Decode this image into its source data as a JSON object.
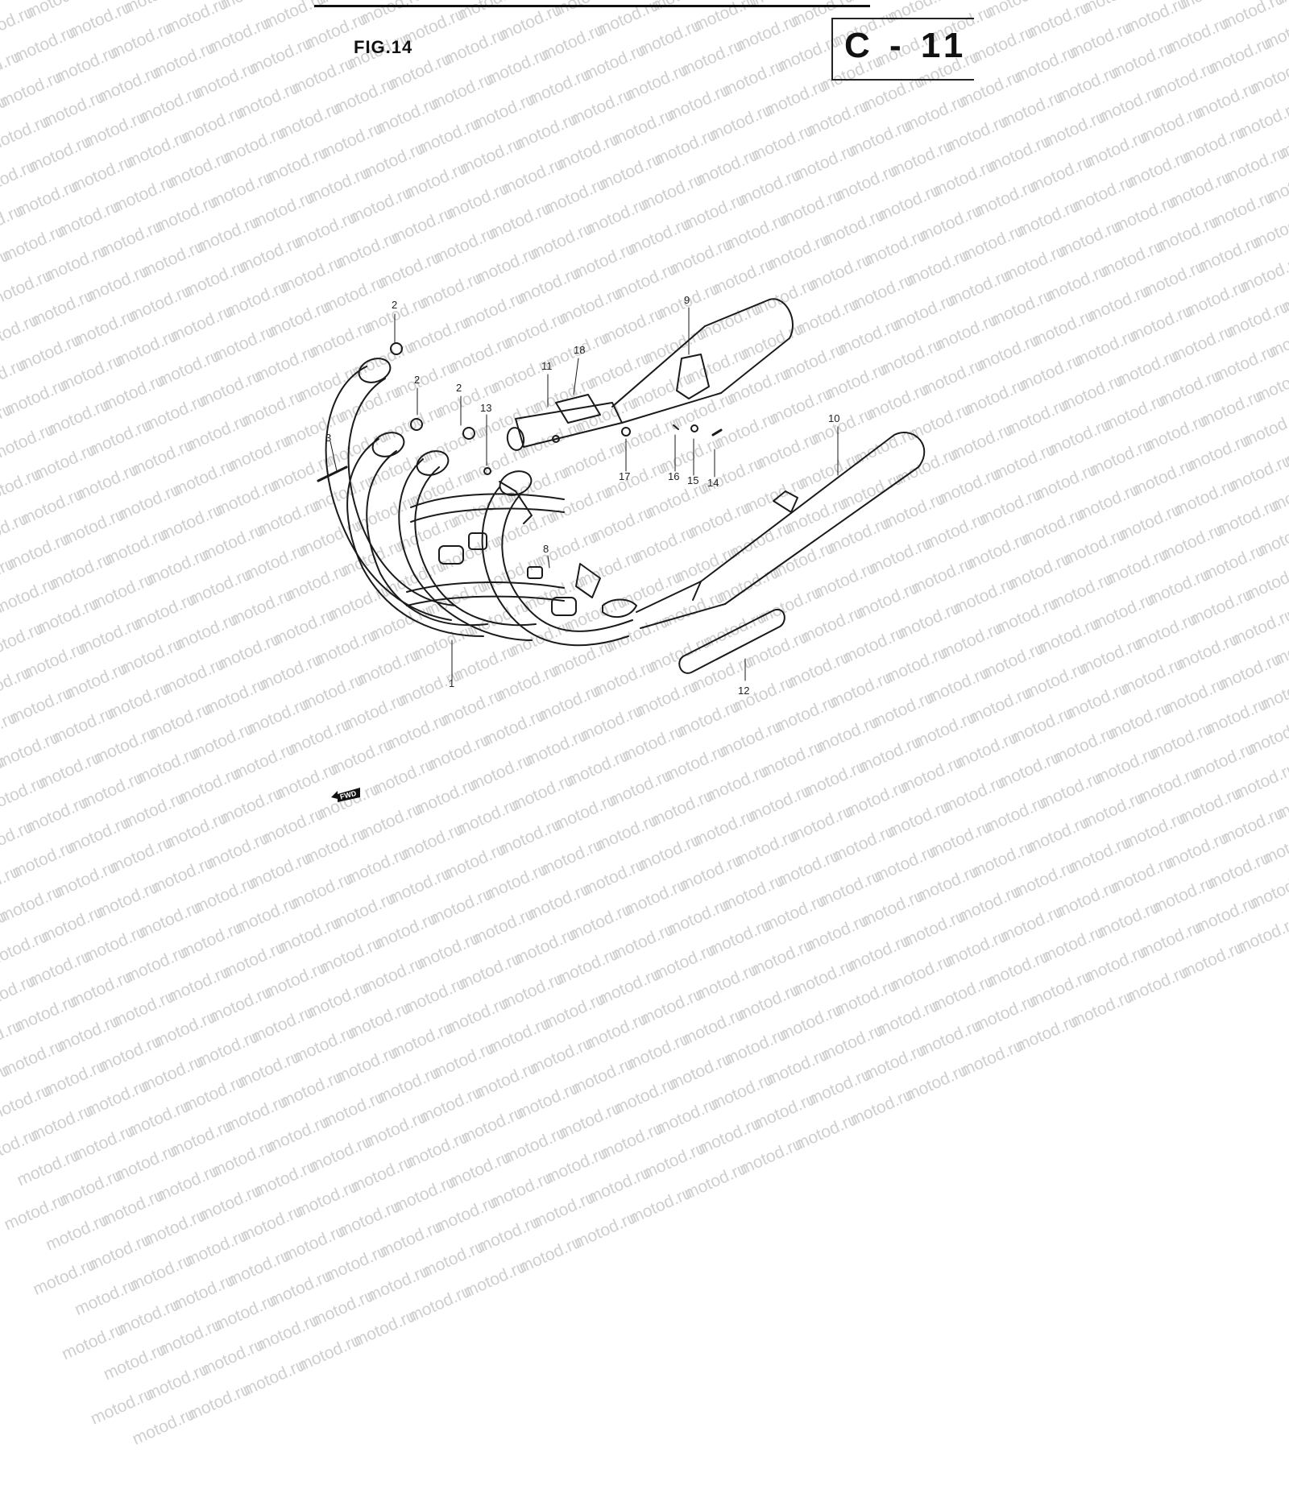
{
  "header": {
    "figure_label": "FIG.14",
    "section_code": "C - 11"
  },
  "watermark": {
    "text": "motod.ru"
  },
  "callouts": [
    {
      "id": "1",
      "label": "1"
    },
    {
      "id": "2a",
      "label": "2"
    },
    {
      "id": "2b",
      "label": "2"
    },
    {
      "id": "2c",
      "label": "2"
    },
    {
      "id": "3",
      "label": "3"
    },
    {
      "id": "8",
      "label": "8"
    },
    {
      "id": "9",
      "label": "9"
    },
    {
      "id": "10",
      "label": "10"
    },
    {
      "id": "11",
      "label": "11"
    },
    {
      "id": "12",
      "label": "12"
    },
    {
      "id": "13",
      "label": "13"
    },
    {
      "id": "14",
      "label": "14"
    },
    {
      "id": "15",
      "label": "15"
    },
    {
      "id": "16",
      "label": "16"
    },
    {
      "id": "17",
      "label": "17"
    },
    {
      "id": "18",
      "label": "18"
    }
  ],
  "direction_badge": {
    "text": "FWD",
    "icon": "fwd-arrow-icon"
  }
}
